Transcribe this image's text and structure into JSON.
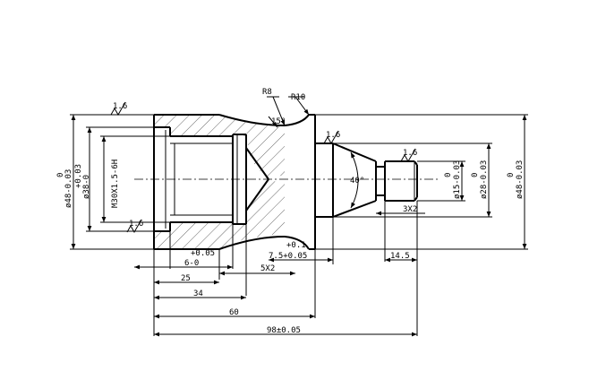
{
  "labels": {
    "r8": "R8",
    "r10": "R10",
    "angle15": "15°",
    "angle40": "40°",
    "rough": "1.6",
    "od48_tol_top": "0",
    "od48_tol": "ø48-0.03",
    "bore38_tol_top": "+0.03",
    "bore38": "ø38-0",
    "thread": "M30X1.5-6H",
    "d15_tol_top": "0",
    "d15": "ø15-0.03",
    "d28_tol_top": "0",
    "d28": "ø28-0.03",
    "d48r_tol_top": "0",
    "d48r": "ø48-0.03",
    "groove": "3X2",
    "plus005": "+0.05",
    "six": "6-0",
    "plus01": "+0.1",
    "seven5": "7.5+0.05",
    "five_x2": "5X2",
    "fourteen5": "14.5",
    "twentyfive": "25",
    "thirtyfour": "34",
    "sixty": "60",
    "total": "98±0.05"
  }
}
